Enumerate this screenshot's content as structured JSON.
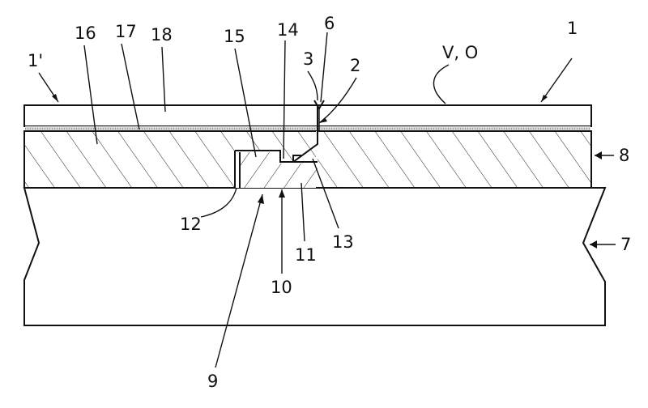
{
  "figure": {
    "labels": {
      "l1": "1",
      "l1p": "1'",
      "l2": "2",
      "l3": "3",
      "l6": "6",
      "l7": "7",
      "l8": "8",
      "l9": "9",
      "l10": "10",
      "l11": "11",
      "l12": "12",
      "l13": "13",
      "l14": "14",
      "l15": "15",
      "l16": "16",
      "l17": "17",
      "l18": "18",
      "vo": "V, O"
    }
  }
}
